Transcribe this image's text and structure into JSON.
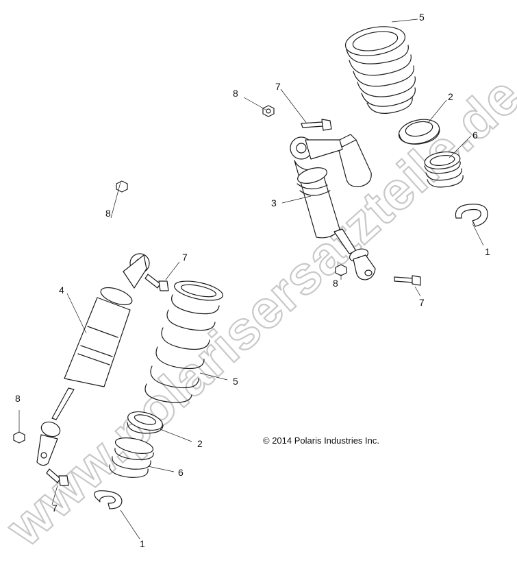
{
  "diagram": {
    "copyright": "© 2014 Polaris Industries Inc.",
    "watermark": "www.polarisersatzteile.de",
    "callouts": [
      {
        "id": "c5a",
        "text": "5"
      },
      {
        "id": "c2a",
        "text": "2"
      },
      {
        "id": "c6a",
        "text": "6"
      },
      {
        "id": "c1a",
        "text": "1"
      },
      {
        "id": "c8a",
        "text": "8"
      },
      {
        "id": "c7a",
        "text": "7"
      },
      {
        "id": "c3a",
        "text": "3"
      },
      {
        "id": "c8b",
        "text": "8"
      },
      {
        "id": "c7b",
        "text": "7"
      },
      {
        "id": "c8c",
        "text": "8"
      },
      {
        "id": "c7c",
        "text": "7"
      },
      {
        "id": "c4a",
        "text": "4"
      },
      {
        "id": "c5b",
        "text": "5"
      },
      {
        "id": "c2b",
        "text": "2"
      },
      {
        "id": "c8d",
        "text": "8"
      },
      {
        "id": "c6b",
        "text": "6"
      },
      {
        "id": "c7d",
        "text": "7"
      },
      {
        "id": "c1b",
        "text": "1"
      }
    ]
  }
}
